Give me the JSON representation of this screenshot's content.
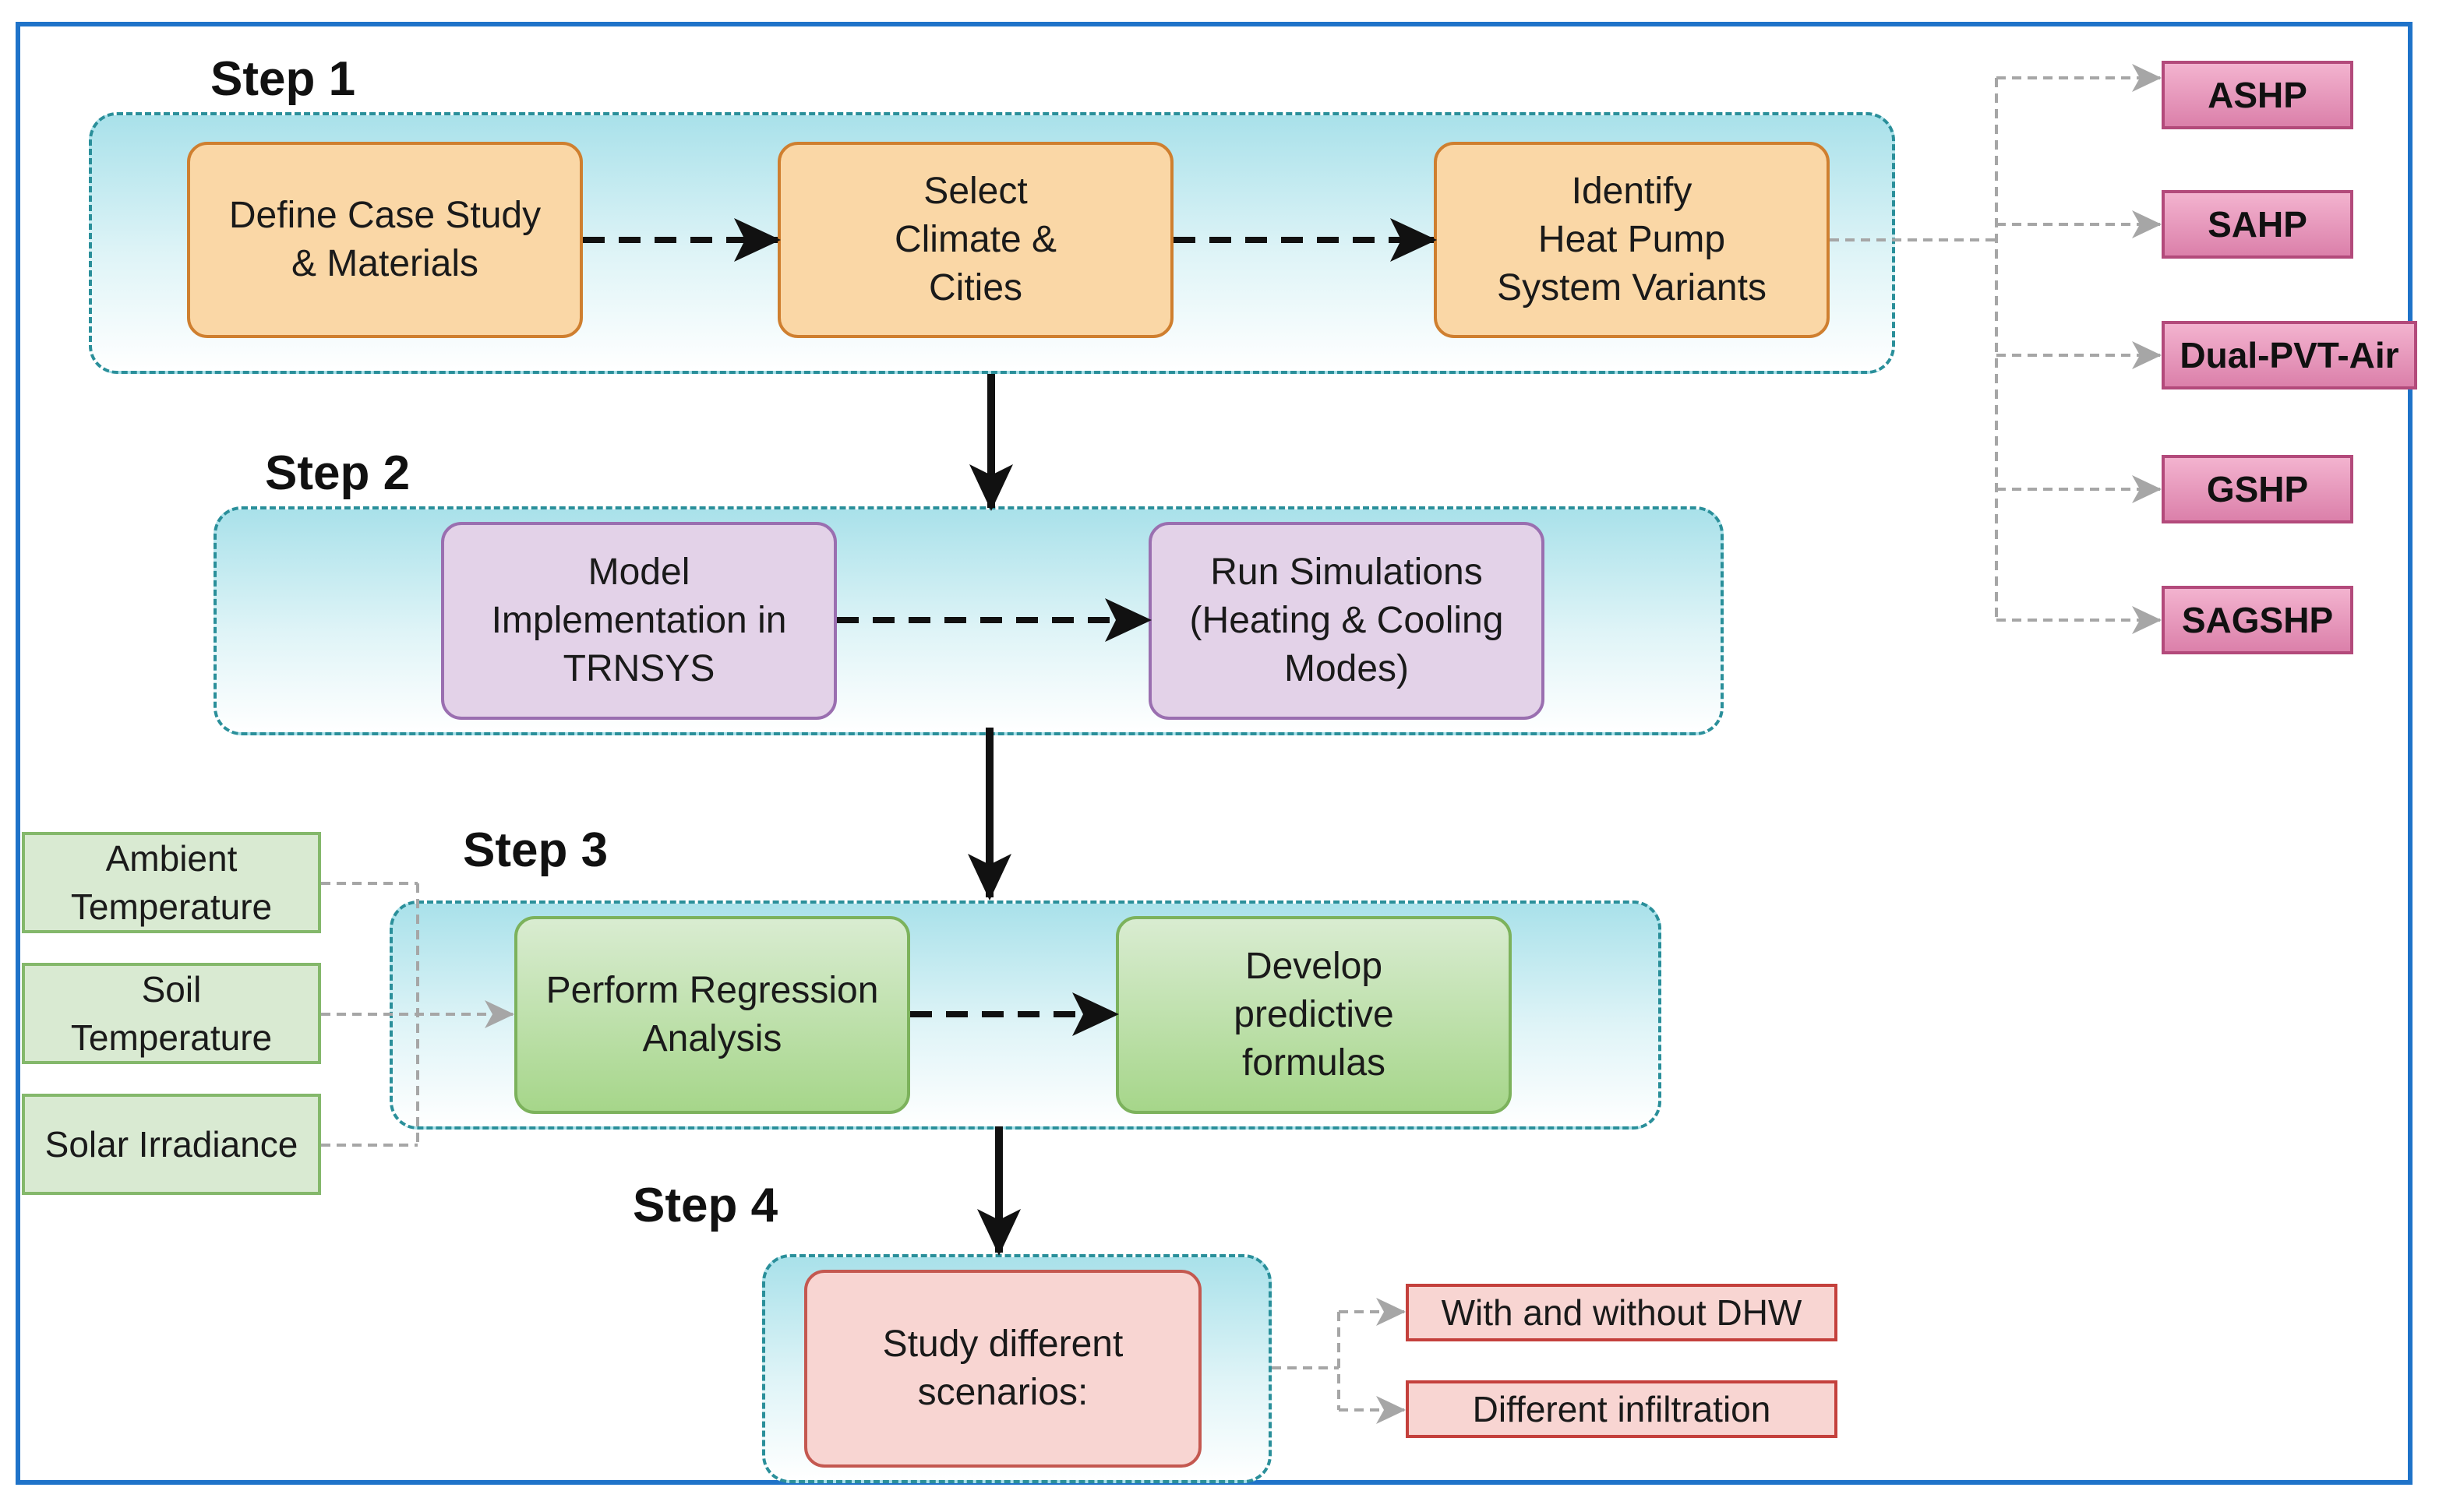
{
  "steps": {
    "step1": "Step 1",
    "step2": "Step 2",
    "step3": "Step 3",
    "step4": "Step 4"
  },
  "step1_nodes": {
    "define": "Define Case Study\n& Materials",
    "select": "Select\nClimate &\nCities",
    "identify": "Identify\nHeat Pump\nSystem Variants"
  },
  "step2_nodes": {
    "model": "Model\nImplementation in\nTRNSYS",
    "run": "Run Simulations\n(Heating & Cooling\nModes)"
  },
  "step3_nodes": {
    "regression": "Perform Regression\nAnalysis",
    "develop": "Develop\npredictive\nformulas"
  },
  "step4_nodes": {
    "study": "Study different\nscenarios:"
  },
  "heat_pump_variants": [
    "ASHP",
    "SAHP",
    "Dual-PVT-Air",
    "GSHP",
    "SAGSHP"
  ],
  "regression_inputs": [
    "Ambient\nTemperature",
    "Soil\nTemperature",
    "Solar Irradiance"
  ],
  "scenarios": [
    "With and without DHW",
    "Different infiltration"
  ],
  "colors": {
    "frame": "#1f73c9",
    "stage_border": "#2a8f9a",
    "orange": "#fad7a6",
    "purple": "#e3d2e8",
    "green": "#a6d68a",
    "red": "#f8d5d2",
    "variant": "#db80aa"
  }
}
